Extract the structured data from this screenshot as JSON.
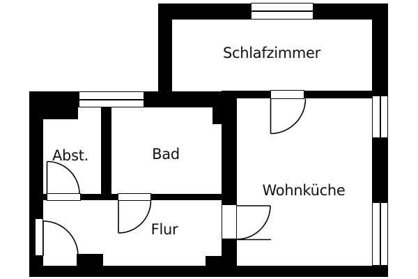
{
  "plan": {
    "type": "floor-plan",
    "colors": {
      "wall": "#000000",
      "background": "#ffffff",
      "text": "#111111"
    },
    "rooms": [
      {
        "id": "schlafzimmer",
        "label": "Schlafzimmer"
      },
      {
        "id": "abstellraum",
        "label": "Abst."
      },
      {
        "id": "bad",
        "label": "Bad"
      },
      {
        "id": "flur",
        "label": "Flur"
      },
      {
        "id": "wohnkueche",
        "label": "Wohnküche"
      }
    ],
    "features": {
      "windows": 4,
      "doors": 5
    }
  }
}
